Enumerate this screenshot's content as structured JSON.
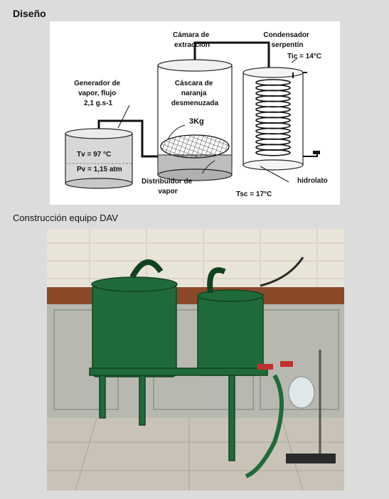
{
  "section_design": "Diseño",
  "section_construction": "Construcción equipo DAV",
  "diagram": {
    "generator": [
      "Generador de",
      "vapor, flujo",
      "2,1 g.s-1"
    ],
    "tv": "Tv = 97 °C",
    "pv": "Pv = 1,15 atm",
    "chamber": [
      "Cámara de",
      "extracción"
    ],
    "peel": [
      "Cáscara de",
      "naranja",
      "desmenuzada"
    ],
    "mass": "3Kg",
    "distributor": [
      "Distribuidor de",
      "vapor"
    ],
    "condenser": [
      "Condensador",
      "serpentín"
    ],
    "tic": "Tic = 14°C",
    "tsc": "Tsc = 17°C",
    "hydrolate": "hidrolato"
  },
  "photo": {
    "alt": "Construcción equipo DAV"
  },
  "colors": {
    "background": "#dcdcdc",
    "equipment_green": "#1f6a3a",
    "tile_wall": "#e8e4d8",
    "counter_wood": "#8a4a2a"
  }
}
